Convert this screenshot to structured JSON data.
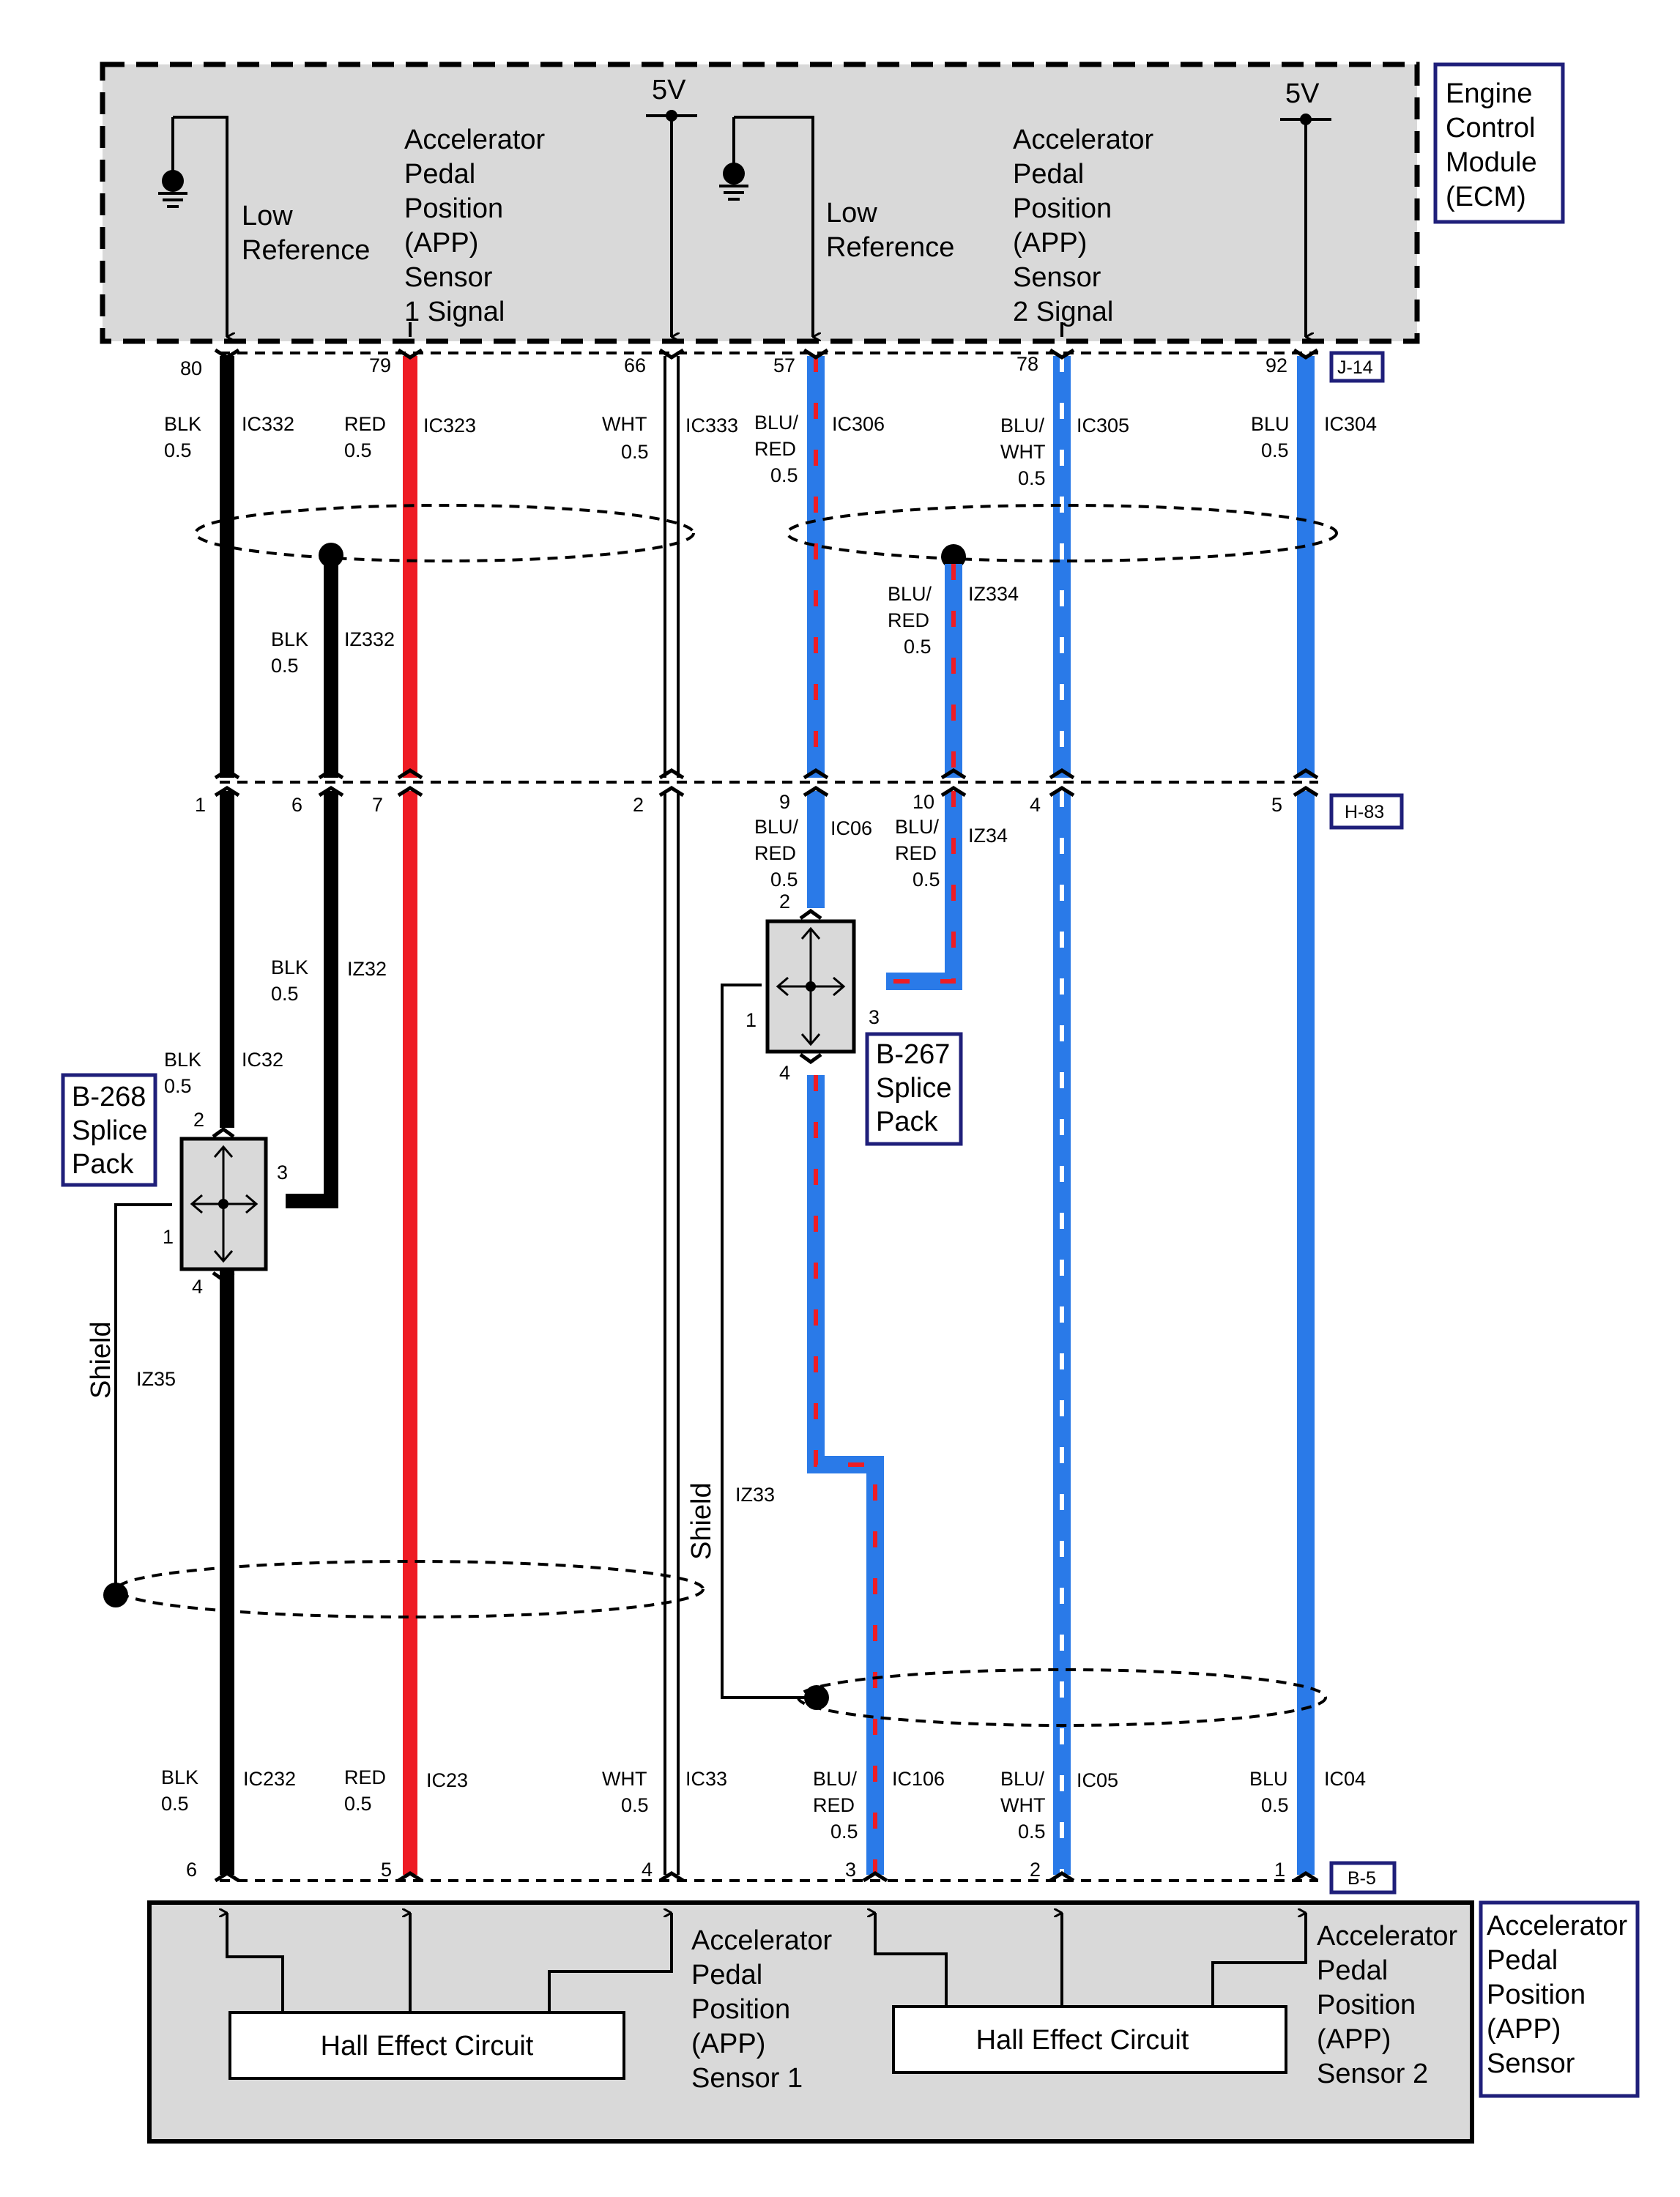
{
  "ecm": {
    "title": [
      "Engine",
      "Control",
      "Module",
      "(ECM)"
    ],
    "app1_label": [
      "Accelerator",
      "Pedal",
      "Position",
      "(APP)",
      "Sensor",
      "1 Signal"
    ],
    "app2_label": [
      "Accelerator",
      "Pedal",
      "Position",
      "(APP)",
      "Sensor",
      "2 Signal"
    ],
    "low_ref_1": [
      "Low",
      "Reference"
    ],
    "low_ref_2": [
      "Low",
      "Reference"
    ],
    "supply_1": "5V",
    "supply_2": "5V"
  },
  "connectors": {
    "top": "J-14",
    "middle": "H-83",
    "bottom": "B-5"
  },
  "pins": {
    "top": [
      "80",
      "79",
      "66",
      "57",
      "78",
      "92"
    ],
    "middle": [
      "1",
      "6",
      "7",
      "2",
      "9",
      "10",
      "4",
      "5"
    ],
    "bottom": [
      "6",
      "5",
      "4",
      "3",
      "2",
      "1"
    ]
  },
  "wires": {
    "top": [
      {
        "color": [
          "BLK",
          "0.5"
        ],
        "circuit": "IC332"
      },
      {
        "color": [
          "RED",
          "0.5"
        ],
        "circuit": "IC323"
      },
      {
        "color": [
          "WHT",
          "0.5"
        ],
        "circuit": "IC333"
      },
      {
        "color": [
          "BLU/",
          "RED",
          "0.5"
        ],
        "circuit": "IC306"
      },
      {
        "color": [
          "BLU/",
          "WHT",
          "0.5"
        ],
        "circuit": "IC305"
      },
      {
        "color": [
          "BLU",
          "0.5"
        ],
        "circuit": "IC304"
      }
    ],
    "iz332": {
      "color": [
        "BLK",
        "0.5"
      ],
      "circuit": "IZ332"
    },
    "iz334": {
      "color": [
        "BLU/",
        "RED",
        "0.5"
      ],
      "circuit": "IZ334"
    },
    "iz32": {
      "color": [
        "BLK",
        "0.5"
      ],
      "circuit": "IZ32"
    },
    "ic32": {
      "color": [
        "BLK",
        "0.5"
      ],
      "circuit": "IC32"
    },
    "ic06": {
      "color": [
        "BLU/",
        "RED",
        "0.5"
      ],
      "circuit": "IC06"
    },
    "iz34": {
      "color": [
        "BLU/",
        "RED",
        "0.5"
      ],
      "circuit": "IZ34"
    },
    "bottom": [
      {
        "color": [
          "BLK",
          "0.5"
        ],
        "circuit": "IC232"
      },
      {
        "color": [
          "RED",
          "0.5"
        ],
        "circuit": "IC23"
      },
      {
        "color": [
          "WHT",
          "0.5"
        ],
        "circuit": "IC33"
      },
      {
        "color": [
          "BLU/",
          "RED",
          "0.5"
        ],
        "circuit": "IC106"
      },
      {
        "color": [
          "BLU/",
          "WHT",
          "0.5"
        ],
        "circuit": "IC05"
      },
      {
        "color": [
          "BLU",
          "0.5"
        ],
        "circuit": "IC04"
      }
    ]
  },
  "shields": {
    "left": {
      "label": "Shield",
      "circuit": "IZ35"
    },
    "right": {
      "label": "Shield",
      "circuit": "IZ33"
    }
  },
  "splices": {
    "b268": {
      "title": [
        "B-268",
        "Splice",
        "Pack"
      ],
      "pins": [
        "2",
        "3",
        "1",
        "4"
      ]
    },
    "b267": {
      "title": [
        "B-267",
        "Splice",
        "Pack"
      ],
      "pins": [
        "2",
        "3",
        "1",
        "4"
      ]
    }
  },
  "sensor": {
    "title": [
      "Accelerator",
      "Pedal",
      "Position",
      "(APP)",
      "Sensor"
    ],
    "hall_1": "Hall Effect Circuit",
    "hall_2": "Hall Effect Circuit",
    "app1": [
      "Accelerator",
      "Pedal",
      "Position",
      "(APP)",
      "Sensor 1"
    ],
    "app2": [
      "Accelerator",
      "Pedal",
      "Position",
      "(APP)",
      "Sensor 2"
    ]
  },
  "colors": {
    "black_wire": "#000000",
    "red_wire": "#ee1c24",
    "blue_wire": "#2a7ae8",
    "white_wire": "#ffffff",
    "module_fill": "#d9d9d9",
    "label_border": "#1f1f7a"
  }
}
